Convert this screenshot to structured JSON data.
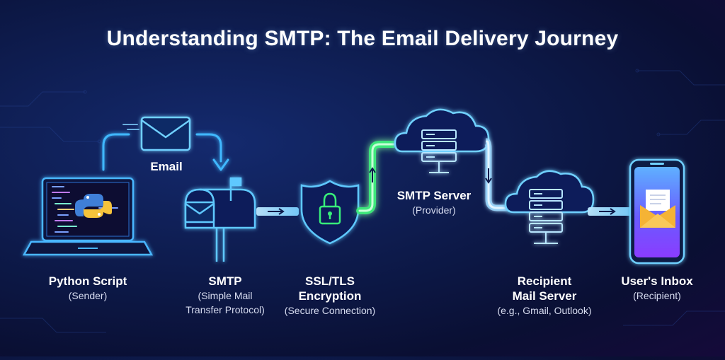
{
  "title": "Understanding SMTP: The Email Delivery Journey",
  "flow_label": "Email",
  "nodes": {
    "python": {
      "title": "Python Script",
      "subtitle": "(Sender)"
    },
    "smtp": {
      "title": "SMTP",
      "subtitle1": "(Simple Mail",
      "subtitle2": "Transfer Protocol)"
    },
    "ssl": {
      "title1": "SSL/TLS",
      "title2": "Encryption",
      "subtitle": "(Secure Connection)"
    },
    "smtp_server": {
      "title": "SMTP Server",
      "subtitle": "(Provider)"
    },
    "recipient_server": {
      "title1": "Recipient",
      "title2": "Mail Server",
      "subtitle": "(e.g., Gmail, Outlook)"
    },
    "inbox": {
      "title": "User's Inbox",
      "subtitle": "(Recipient)"
    }
  },
  "colors": {
    "neon_blue": "#3fb8ff",
    "neon_green": "#39f07a",
    "pipe_blue": "#7ad0ff",
    "background": "#0d1a4a",
    "envelope_orange": "#f5b335"
  },
  "icons": [
    "laptop-icon",
    "python-logo-icon",
    "envelope-icon",
    "mailbox-icon",
    "shield-lock-icon",
    "cloud-server-icon",
    "smartphone-icon",
    "arrow-icon"
  ]
}
